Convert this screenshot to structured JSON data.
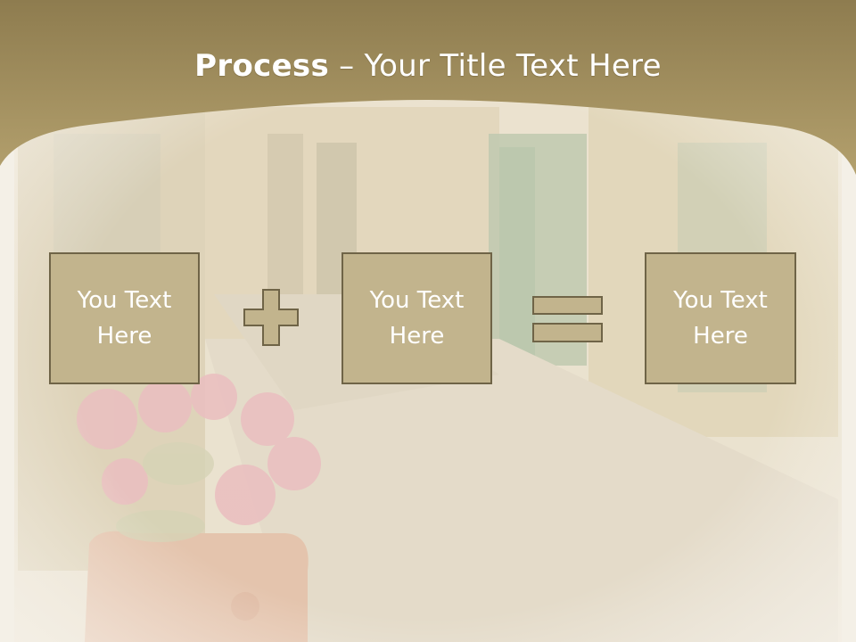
{
  "slide": {
    "title_strong": "Process",
    "title_rest": " – Your Title Text Here"
  },
  "boxes": [
    {
      "text": "You Text\nHere"
    },
    {
      "text": "You Text\nHere"
    },
    {
      "text": "You Text\nHere"
    }
  ],
  "operators": [
    "plus-icon",
    "equals-icon"
  ],
  "colors": {
    "header": "#a8935f",
    "box_fill": "#c2b48d",
    "box_border": "#6f6447",
    "operator_fill": "#c2b48d",
    "text": "#ffffff"
  }
}
